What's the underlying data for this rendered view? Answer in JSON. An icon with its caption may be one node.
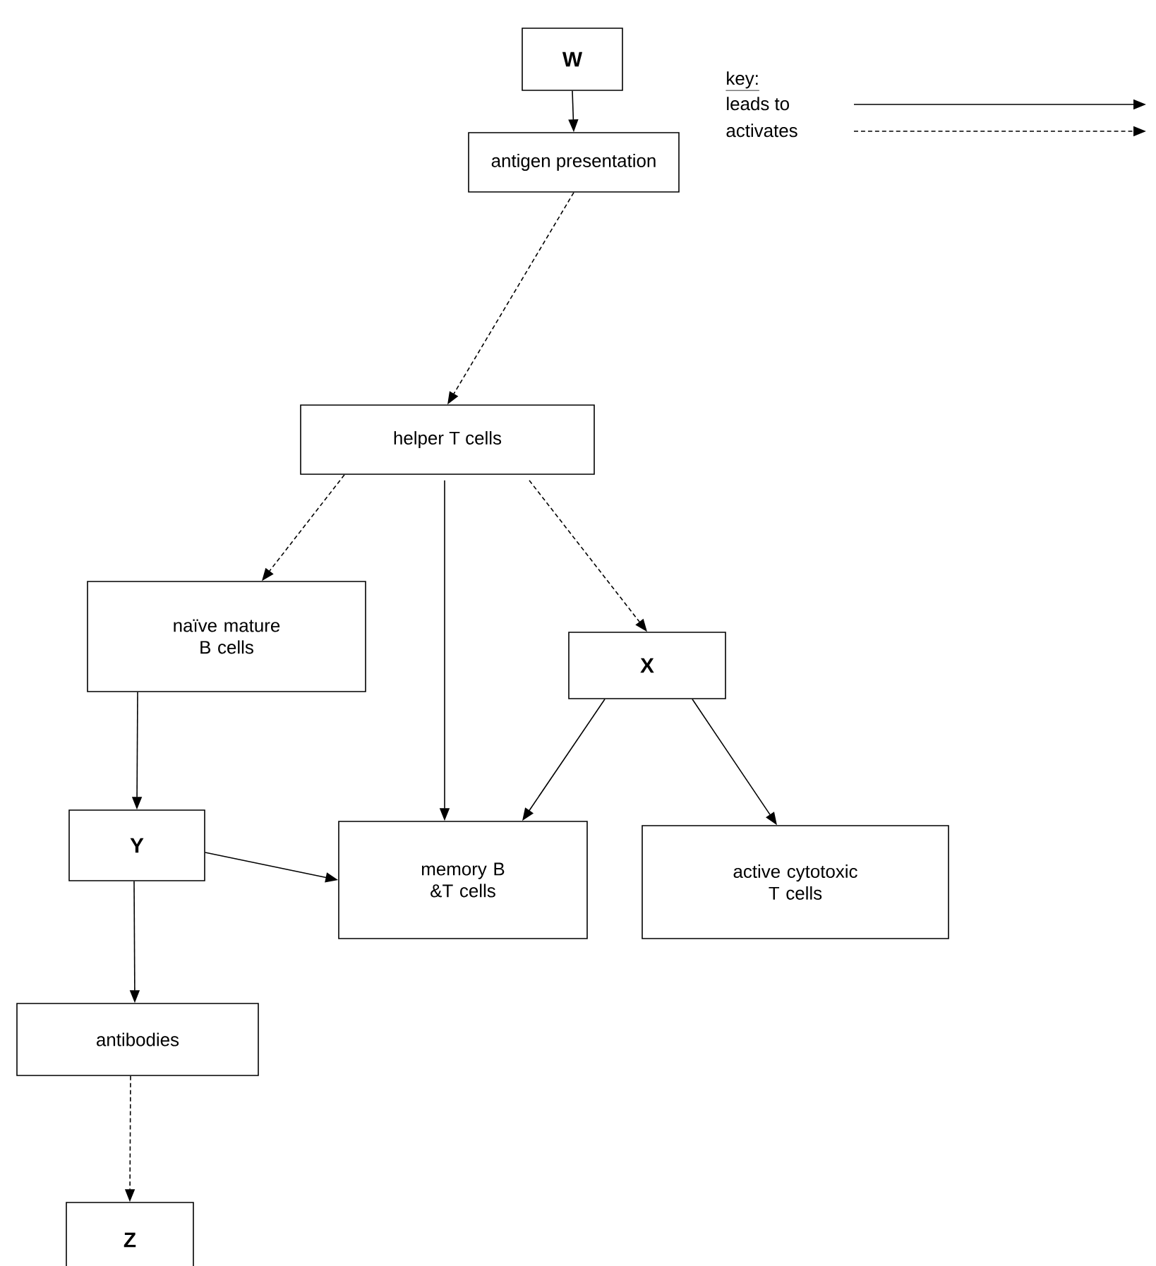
{
  "diagram": {
    "nodes": [
      {
        "text": [
          "W"
        ]
      },
      {
        "text": [
          "antigen presentation"
        ]
      },
      {
        "text": [
          "helper T cells"
        ]
      },
      {
        "text": [
          "naïve mature B cells"
        ]
      },
      {
        "text": [
          "X"
        ]
      },
      {
        "text": [
          "Y"
        ]
      },
      {
        "text": [
          "memory B &T cells"
        ]
      },
      {
        "text": [
          "active cytotoxic T cells"
        ]
      },
      {
        "text": [
          "antibodies"
        ]
      },
      {
        "text": [
          "Z"
        ]
      }
    ],
    "edges": [
      {
        "from": 0,
        "to": 1,
        "arrow": "to"
      },
      {
        "from": 1,
        "to": 2,
        "arrow": "to",
        "style": "dashed"
      },
      {
        "from": 2,
        "to": 3,
        "arrow": "to",
        "style": "dashed"
      },
      {
        "from": 2,
        "to": 6,
        "arrow": "to"
      },
      {
        "from": 2,
        "to": 4,
        "arrow": "to",
        "style": "dashed"
      },
      {
        "from": 3,
        "to": 5,
        "arrow": "to"
      },
      {
        "from": 4,
        "to": 6,
        "arrow": "to"
      },
      {
        "from": 4,
        "to": 7,
        "arrow": "to"
      },
      {
        "from": 5,
        "to": 6,
        "arrow": "to"
      },
      {
        "from": 5,
        "to": 8,
        "arrow": "to"
      },
      {
        "from": 8,
        "to": 9,
        "arrow": "to",
        "style": "dashed"
      }
    ],
    "labels": [
      "key:"
    ],
    "legend": [
      {
        "text": "leads to"
      },
      {
        "text": "activates"
      }
    ]
  }
}
